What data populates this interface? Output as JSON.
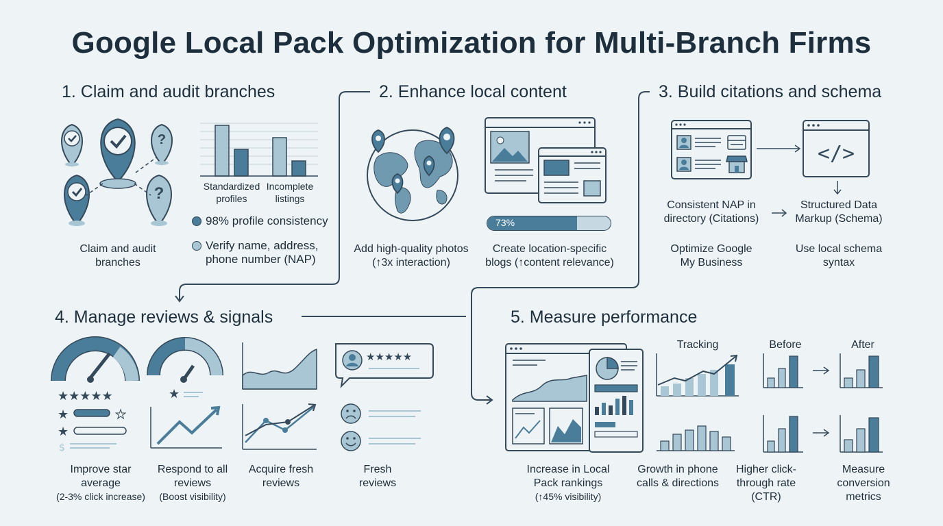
{
  "title": "Google Local Pack Optimization for Multi-Branch Firms",
  "colors": {
    "primary": "#4a7d99",
    "light": "#a9c6d4",
    "dark": "#34495a",
    "bg": "#eef3f6"
  },
  "sections": {
    "s1": {
      "title": "1. Claim and audit branches",
      "chart_labels": [
        "Standardized profiles",
        "Incomplete listings"
      ],
      "bullets": [
        "98% profile consistency",
        "Verify name, address, phone number (NAP)"
      ],
      "caption": "Claim and audit branches"
    },
    "s2": {
      "title": "2. Enhance local content",
      "progress_label": "73%",
      "progress_value": 0.73,
      "captions": [
        "Add high-quality photos (↑3x interaction)",
        "Create location-specific blogs (↑content relevance)"
      ]
    },
    "s3": {
      "title": "3. Build citations and schema",
      "labels": [
        "Consistent NAP in directory (Citations)",
        "Structured Data Markup (Schema)"
      ],
      "captions": [
        "Optimize Google My Business",
        "Use local schema syntax"
      ],
      "code_symbol": "</>"
    },
    "s4": {
      "title": "4. Manage reviews & signals",
      "captions": [
        {
          "main": "Improve star average",
          "sub": "(2-3% click increase)"
        },
        {
          "main": "Respond to all reviews",
          "sub": "(Boost visibility)"
        },
        {
          "main": "Acquire fresh reviews",
          "sub": ""
        },
        {
          "main": "Fresh reviews",
          "sub": ""
        }
      ],
      "stars": "★★★★★"
    },
    "s5": {
      "title": "5. Measure performance",
      "headers": [
        "Tracking",
        "Before",
        "After"
      ],
      "captions": [
        {
          "main": "Increase in Local Pack rankings",
          "sub": "(↑45% visibility)"
        },
        {
          "main": "Growth in phone calls & directions",
          "sub": ""
        },
        {
          "main": "Higher click-through rate (CTR)",
          "sub": ""
        },
        {
          "main": "Measure conversion metrics",
          "sub": ""
        }
      ]
    }
  }
}
